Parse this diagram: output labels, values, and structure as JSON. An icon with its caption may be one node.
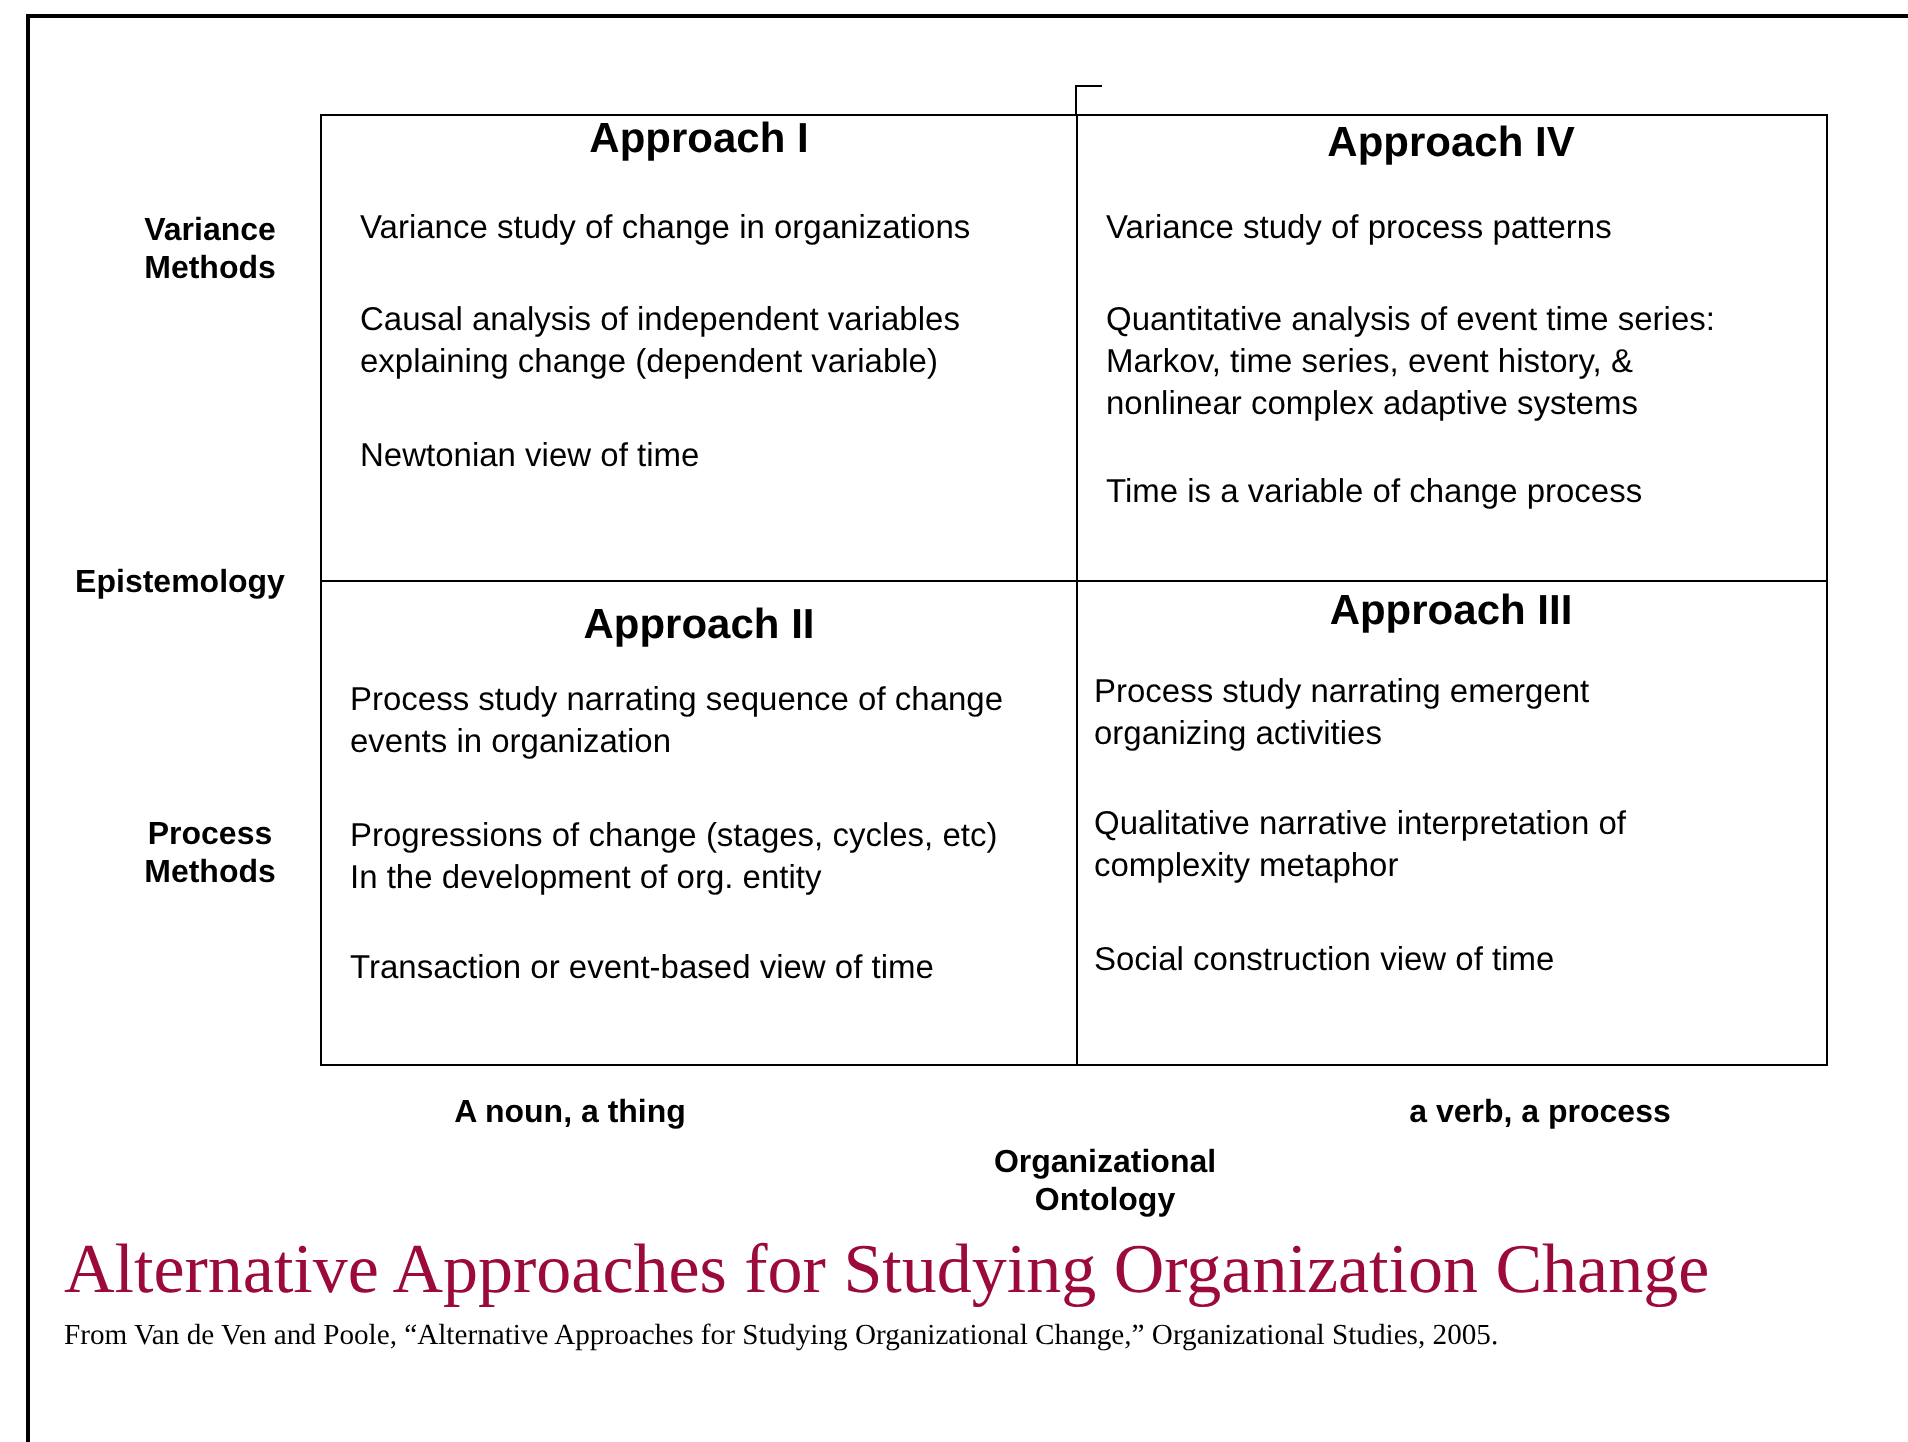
{
  "diagram": {
    "title": "Alternative Approaches for Studying Organization Change",
    "caption": "From Van de Ven and Poole, “Alternative Approaches for Studying Organizational Change,” Organizational Studies, 2005.",
    "nodes": [
      {
        "text": [
          "Approach I",
          "Variance study of change in organizations",
          "Causal analysis of independent variables explaining change (dependent variable)",
          "Newtonian view of time"
        ]
      },
      {
        "text": [
          "Approach IV",
          "Variance study of process patterns",
          "Quantitative analysis of event time series: Markov, time series, event history, & nonlinear complex adaptive systems",
          "Time is a variable of change process"
        ]
      },
      {
        "text": [
          "Approach II",
          "Process study narrating sequence of change events in organization",
          "Progressions of change (stages, cycles, etc) In the development of org. entity",
          "Transaction or event-based view of time"
        ]
      },
      {
        "text": [
          "Approach III",
          "Process study narrating emergent organizing activities",
          "Qualitative narrative interpretation of complexity metaphor",
          "Social construction view of time"
        ]
      }
    ],
    "labels": [
      "Variance Methods",
      "Epistemology",
      "Process Methods",
      "A noun, a thing",
      "a verb, a process",
      "Organizational Ontology"
    ]
  }
}
